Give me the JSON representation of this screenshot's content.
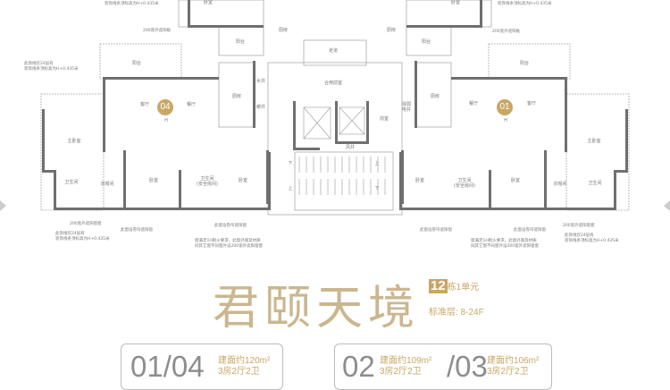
{
  "plan": {
    "left_unit": {
      "badge": "04",
      "rooms": {
        "living": "客厅",
        "dining": "餐厅",
        "master": "主卧室",
        "bath1": "卫生间",
        "closet": "衣帽间",
        "bed1": "卧室",
        "bath2": "卫生间\n(安全房间)",
        "bed2": "卧室",
        "kitchen": "厨房",
        "balcony": "阳台",
        "balcony_top": "阳台",
        "kitchen_top": "厨房",
        "bed_top": "卧室",
        "water": "水井",
        "heat": "暖井"
      },
      "notes": {
        "trim_top": "此饰线仅24层有\n装饰线条顶标高为H+0.435米",
        "sunshade_top": "200宽外遮阳板",
        "sunshade_bottom": "200宽外遮阳窗套",
        "trim_bottom": "此饰线仅24层有\n装饰线条顶标高为H+0.435米",
        "roller1": "此窗设卷帘遮阳窗",
        "roller2": "此窗设卷帘遮阳窗",
        "fire": "窗满足1H耐火要求，此窗外观及材质\n同其它窗不同窗外设200宽外遮阳窗套",
        "trim_upper": "此饰线仅24层有\n装饰线条顶标高为H+0.435米"
      },
      "level": "H"
    },
    "right_unit": {
      "badge": "01",
      "rooms": {
        "living": "客厅",
        "dining": "餐厅",
        "master": "主卧室",
        "bath1": "卫生间",
        "closet": "衣帽间",
        "bed1": "卧室",
        "bath2": "卫生间\n(安全房间)",
        "bed2": "卧室",
        "kitchen": "厨房",
        "balcony": "阳台",
        "balcony_top": "阳台",
        "kitchen_top": "厨房",
        "bed_top": "卧室",
        "elec": "强弱\n电井"
      },
      "notes": {
        "trim_top": "此饰线仅24层有\n装饰线条顶标高为H+0.435米",
        "sunshade_top": "200宽外遮阳板",
        "sunshade_bottom": "200宽外遮阳窗套",
        "trim_bottom": "此饰线仅24层有\n装饰线条顶标高为H+0.435米",
        "roller1": "此窗设卷帘遮阳窗",
        "roller2": "此窗设卷帘遮阳窗",
        "fire": "窗满足1H耐火要求，此窗外观及材质\n同其它窗不同窗外设200宽外遮阳窗套"
      },
      "level": "H"
    },
    "core": {
      "corridor": "走道",
      "shared_lobby": "合用前室",
      "lobby": "前室",
      "shaft": "风井",
      "down": "下",
      "up": "上"
    }
  },
  "title": "君颐天境",
  "building": {
    "number": "12",
    "suffix": "栋1单元",
    "floors": "标准层: 8-24F"
  },
  "cards": [
    {
      "units": "01/04",
      "area": "建面约120m²",
      "layout": "3房2厅2卫"
    },
    {
      "units": "02",
      "area": "建面约109m²",
      "layout": "3房2厅2卫",
      "units2": "/03",
      "area2": "建面约106m²",
      "layout2": "3房2厅2卫"
    }
  ],
  "colors": {
    "gold": "#c8a765",
    "wall": "#6f6f6f"
  }
}
